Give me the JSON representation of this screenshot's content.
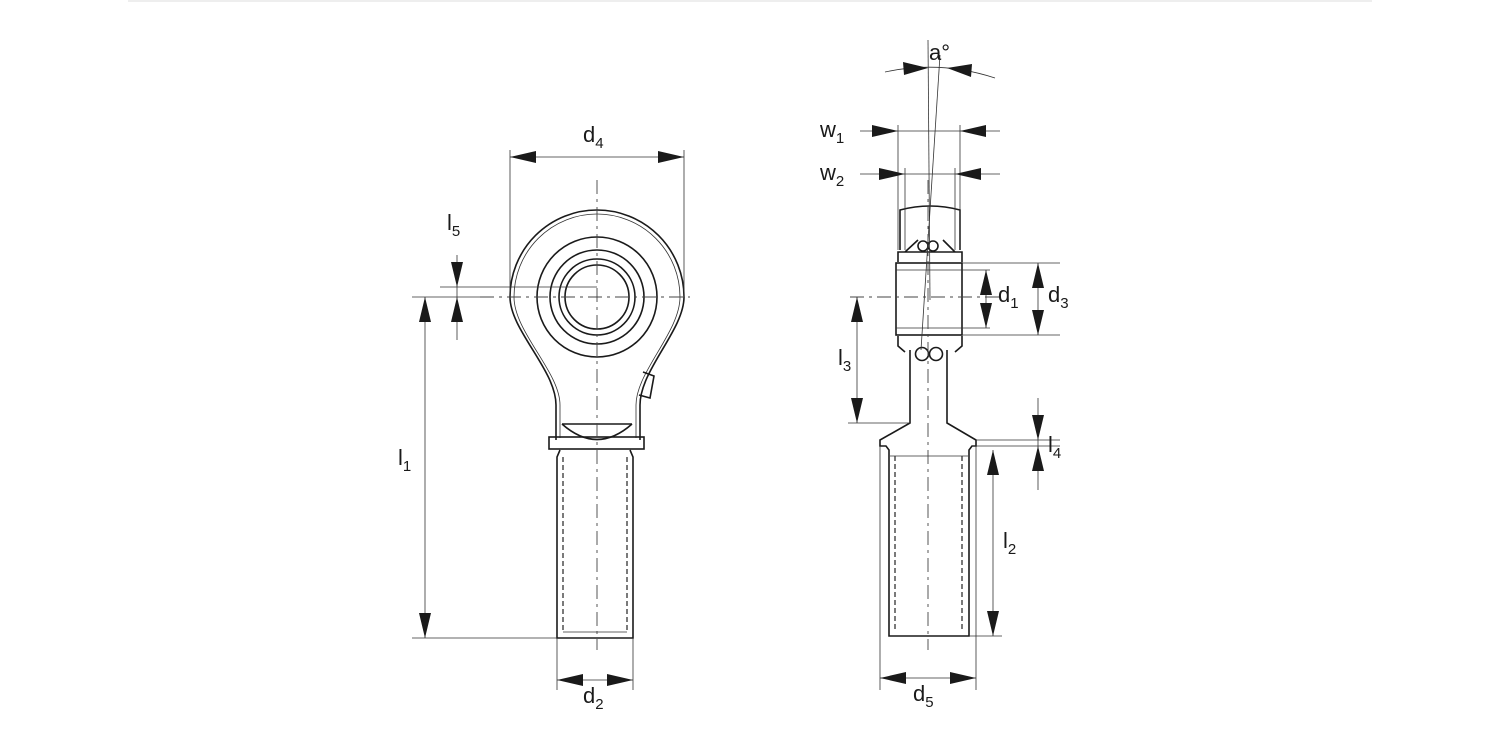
{
  "labels": {
    "d4": {
      "main": "d",
      "sub": "4"
    },
    "l5": {
      "main": "l",
      "sub": "5"
    },
    "l1": {
      "main": "l",
      "sub": "1"
    },
    "d2": {
      "main": "d",
      "sub": "2"
    },
    "a": {
      "main": "a°"
    },
    "w1": {
      "main": "w",
      "sub": "1"
    },
    "w2": {
      "main": "w",
      "sub": "2"
    },
    "d1": {
      "main": "d",
      "sub": "1"
    },
    "d3": {
      "main": "d",
      "sub": "3"
    },
    "l3": {
      "main": "l",
      "sub": "3"
    },
    "l4": {
      "main": "l",
      "sub": "4"
    },
    "l2": {
      "main": "l",
      "sub": "2"
    },
    "d5": {
      "main": "d",
      "sub": "5"
    }
  }
}
